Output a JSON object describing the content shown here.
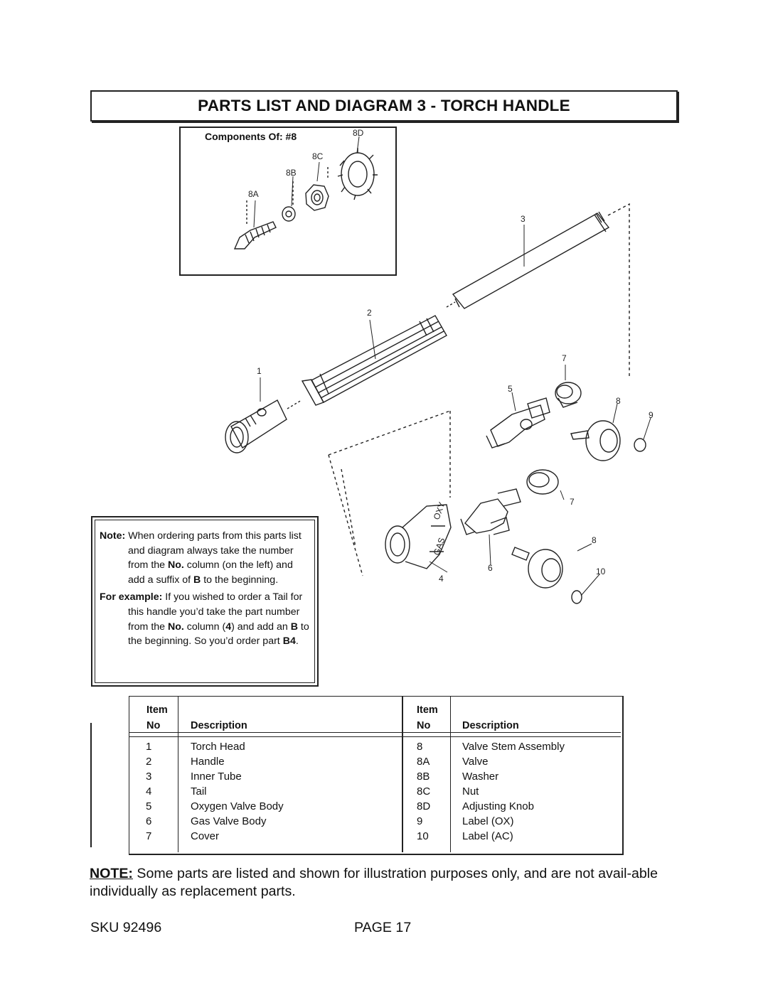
{
  "title": "PARTS LIST AND DIAGRAM 3 - TORCH HANDLE",
  "components_label": "Components Of: #8",
  "callouts": {
    "c8D": "8D",
    "c8C": "8C",
    "c8B": "8B",
    "c8A": "8A",
    "c3": "3",
    "c2": "2",
    "c1": "1",
    "c7a": "7",
    "c5": "5",
    "c8a": "8",
    "c9": "9",
    "c7b": "7",
    "c4": "4",
    "c6": "6",
    "c8b": "8",
    "c10": "10"
  },
  "order_note": {
    "note_label": "Note:",
    "note_text_1": " When ordering parts from this parts list and diagram always take the number from the ",
    "no_1": "No.",
    "note_text_2": " column (on the left) and add a suffix of ",
    "b_1": "B",
    "note_text_3": " to the beginning.",
    "example_label": "For example:",
    "example_text_1": " If you wished to order a Tail for this handle you’d take the part number from the ",
    "no_2": "No.",
    "example_text_2": " column (",
    "num_4": "4",
    "example_text_3": ") and add an ",
    "b_2": "B",
    "example_text_4": " to the beginning. So you’d order part ",
    "b4": "B4",
    "example_text_5": "."
  },
  "parts_table": {
    "header": {
      "item": "Item",
      "no": "No",
      "description": "Description"
    },
    "rows": [
      {
        "no": "1",
        "description": "Torch Head",
        "no2": "8",
        "description2": "Valve Stem Assembly"
      },
      {
        "no": "2",
        "description": "Handle",
        "no2": "8A",
        "description2": "Valve"
      },
      {
        "no": "3",
        "description": "Inner Tube",
        "no2": "8B",
        "description2": "Washer"
      },
      {
        "no": "4",
        "description": "Tail",
        "no2": "8C",
        "description2": "Nut"
      },
      {
        "no": "5",
        "description": "Oxygen Valve Body",
        "no2": "8D",
        "description2": "Adjusting Knob"
      },
      {
        "no": "6",
        "description": "Gas Valve Body",
        "no2": "9",
        "description2": "Label (OX)"
      },
      {
        "no": "7",
        "description": "Cover",
        "no2": "10",
        "description2": "Label (AC)"
      }
    ]
  },
  "bottom_note": {
    "label": "NOTE:",
    "text": " Some parts are listed and shown for illustration purposes only, and are not avail-able individually as replacement parts."
  },
  "footer": {
    "sku": "SKU 92496",
    "page": "PAGE 17"
  }
}
